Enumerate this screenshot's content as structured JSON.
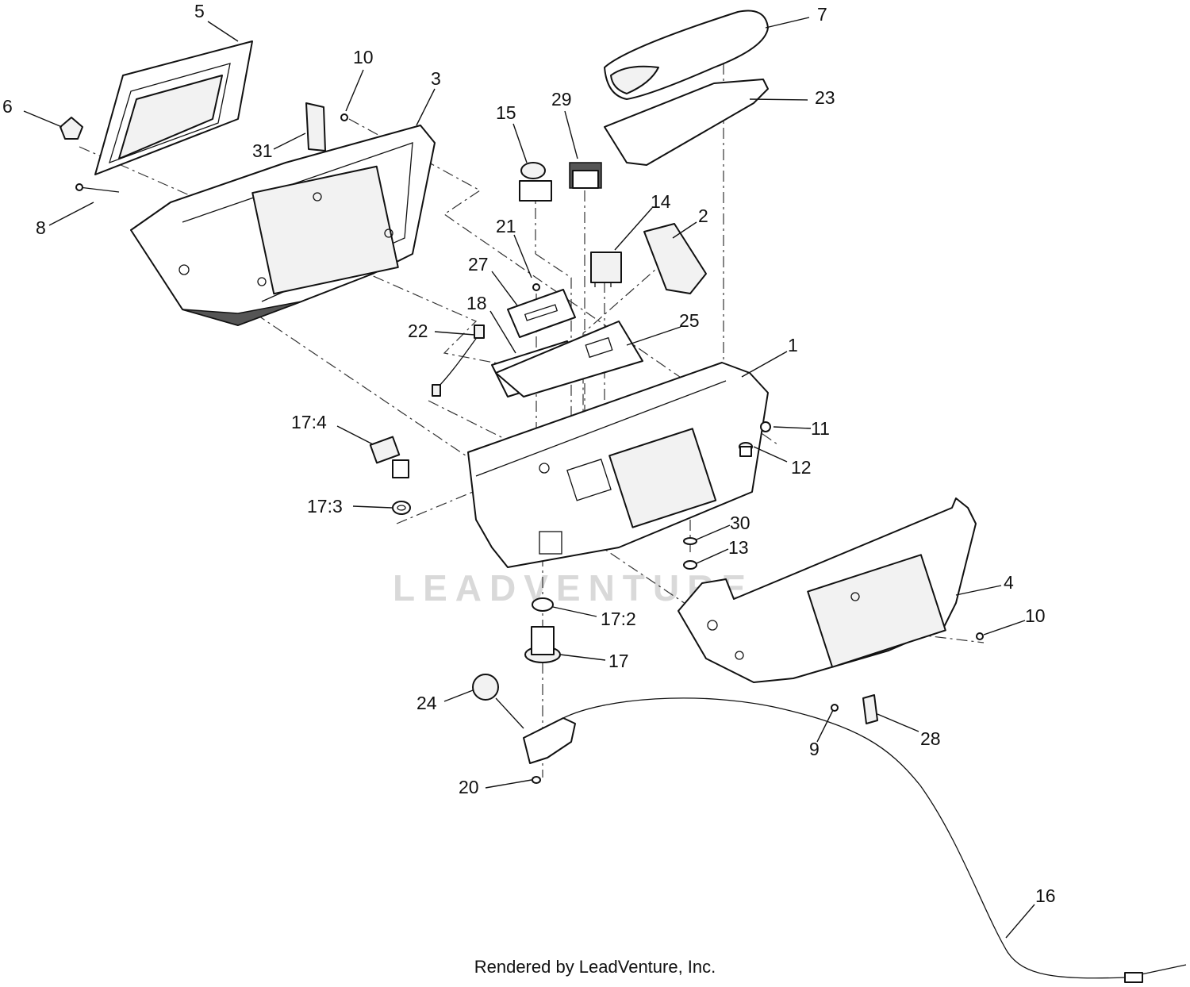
{
  "watermark": "LEADVENTURE",
  "credit": "Rendered by LeadVenture, Inc.",
  "callouts": {
    "c1": "1",
    "c2": "2",
    "c3": "3",
    "c4": "4",
    "c5": "5",
    "c6": "6",
    "c7": "7",
    "c8": "8",
    "c9": "9",
    "c10a": "10",
    "c10b": "10",
    "c11": "11",
    "c12": "12",
    "c13": "13",
    "c14": "14",
    "c15": "15",
    "c16": "16",
    "c17": "17",
    "c17_2": "17:2",
    "c17_3": "17:3",
    "c17_4": "17:4",
    "c18": "18",
    "c20": "20",
    "c21": "21",
    "c22": "22",
    "c23": "23",
    "c24": "24",
    "c25": "25",
    "c27": "27",
    "c28": "28",
    "c29": "29",
    "c30": "30",
    "c31": "31"
  }
}
